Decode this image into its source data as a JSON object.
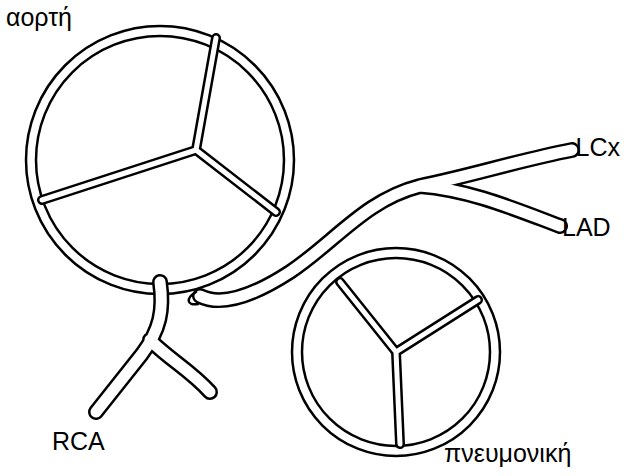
{
  "diagram": {
    "labels": [
      "αορτή",
      "LCx",
      "LAD",
      "RCA",
      "πνευμονική"
    ]
  }
}
